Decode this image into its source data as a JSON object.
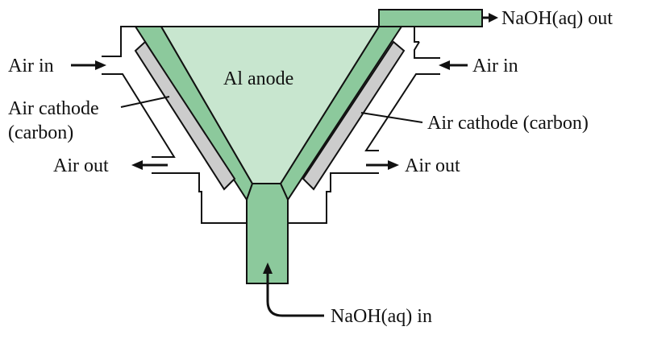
{
  "labels": {
    "naoh_out": "NaOH(aq) out",
    "air_in_left": "Air in",
    "air_in_right": "Air in",
    "anode": "Al anode",
    "cathode_left_line1": "Air cathode",
    "cathode_left_line2": "(carbon)",
    "cathode_right": "Air cathode (carbon)",
    "air_out_left": "Air out",
    "air_out_right": "Air out",
    "naoh_in": "NaOH(aq) in"
  },
  "colors": {
    "electrolyte": "#8cc99c",
    "anode": "#c8e6cf",
    "cathode": "#cccccc",
    "outline": "#111111",
    "background": "#ffffff"
  }
}
